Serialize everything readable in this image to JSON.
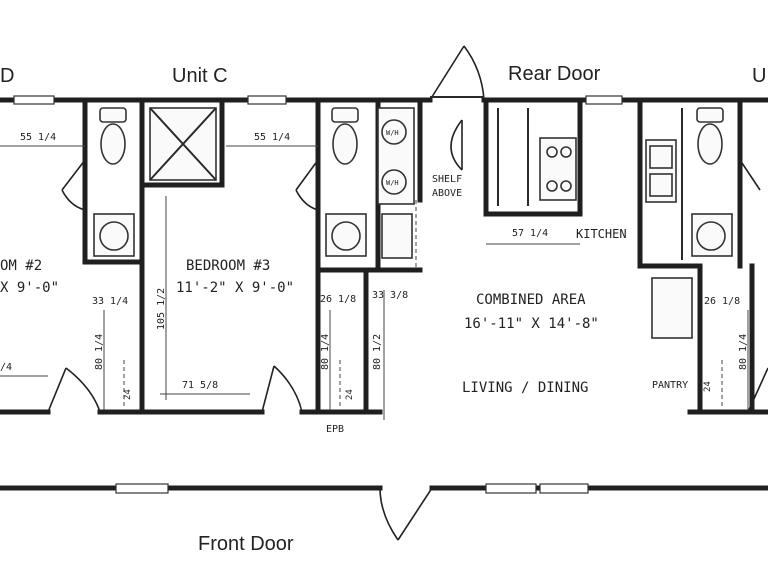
{
  "labels": {
    "unit_d": "D",
    "unit_c": "Unit C",
    "rear_door": "Rear Door",
    "unit_b": "U",
    "front_door": "Front Door"
  },
  "rooms": {
    "bedroom2_name": "OM #2",
    "bedroom2_size": "X 9'-0\"",
    "bedroom3_name": "BEDROOM #3",
    "bedroom3_size": "11'-2\" X 9'-0\"",
    "combined_name": "COMBINED AREA",
    "combined_size": "16'-11\" X 14'-8\"",
    "living_dining": "LIVING / DINING",
    "kitchen": "KITCHEN",
    "shelf_above_1": "SHELF",
    "shelf_above_2": "ABOVE",
    "pantry": "PANTRY",
    "epb": "EPB"
  },
  "dims": {
    "d_55_left": "55 1/4",
    "d_55_mid": "55 1/4",
    "d_57": "57 1/4",
    "d_33a": "33 1/4",
    "d_26a": "26 1/8",
    "d_33b": "33 3/8",
    "d_26b": "26 1/8",
    "d_80a": "80 1/4",
    "d_105": "105 1/2",
    "d_80b": "80 1/4",
    "d_80c": "80 1/2",
    "d_80d": "80 1/4",
    "d_71": "71 5/8",
    "d_14": "/4",
    "d_24a": "24",
    "d_24b": "24",
    "d_24c": "24",
    "wd_top": "W/H",
    "wd_bot": "W/H"
  }
}
